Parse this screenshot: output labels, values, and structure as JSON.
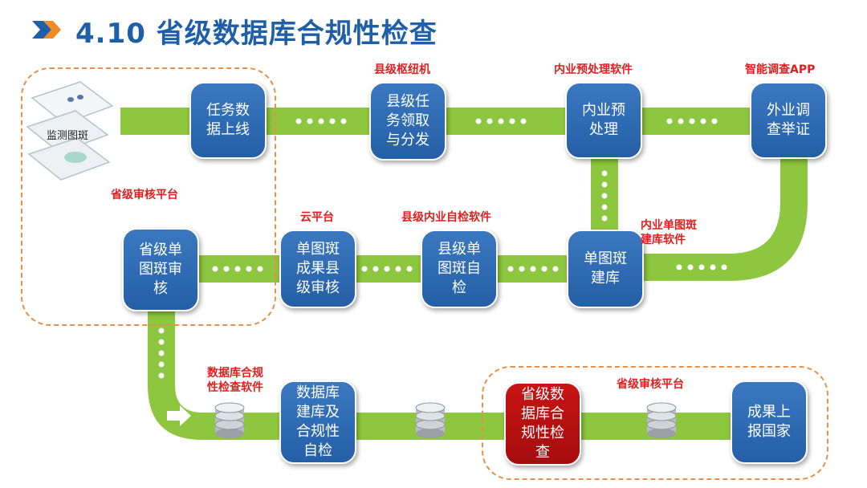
{
  "title": "4.10 省级数据库合规性检查",
  "monitor_label": "监测图斑",
  "nodes": {
    "n1": "任务数\n据上线",
    "n2": "县级任\n务领取\n与分发",
    "n3": "内业预\n处理",
    "n4": "外业调\n查举证",
    "n5": "单图斑\n建库",
    "n6": "县级单\n图斑自\n检",
    "n7": "单图斑\n成果县\n级审核",
    "n8": "省级单\n图斑审\n核",
    "n9": "数据库\n建库及\n合规性\n自检",
    "n10": "省级数\n据库合\n规性检\n查",
    "n11": "成果上\n报国家"
  },
  "labels": {
    "l1": "县级枢纽机",
    "l2": "内业预处理软件",
    "l3": "智能调查APP",
    "l4": "省级审核平台",
    "l5": "云平台",
    "l6": "县级内业自检软件",
    "l7": "内业单图斑\n建库软件",
    "l8": "数据库合规\n性检查软件",
    "l9": "省级审核平台"
  },
  "colors": {
    "node_blue": "#2a65ad",
    "node_red": "#b31010",
    "flow_green": "#8dc63f",
    "label_red": "#e02020",
    "title_blue": "#1f5fa8",
    "dashed_orange": "#e8904a"
  }
}
